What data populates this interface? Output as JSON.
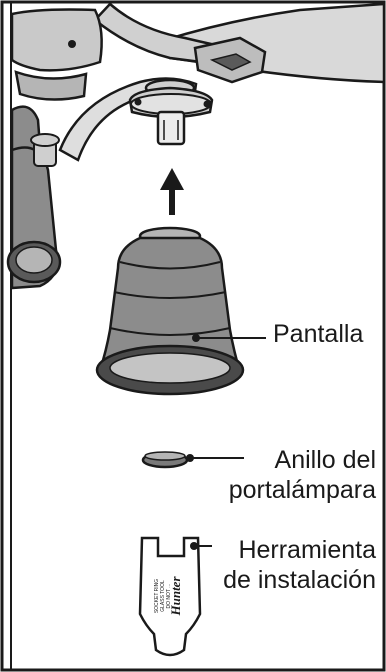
{
  "labels": {
    "shade": "Pantalla",
    "socket_ring_line1": "Anillo del",
    "socket_ring_line2": "portalámpara",
    "install_tool_line1": "Herramienta",
    "install_tool_line2": "de instalación"
  },
  "tool_imprint": {
    "brand": "Hunter",
    "lines": [
      "SOCKET RING",
      "GLASS TOOL",
      "DO NOT ..."
    ]
  },
  "colors": {
    "line": "#1a1a1a",
    "shade_fill": "#8c8c8c",
    "shade_light": "#b5b5b5",
    "shade_dark": "#5a5a5a",
    "metal": "#cfcfcf",
    "blade": "#d9d9d9",
    "background": "#ffffff"
  }
}
